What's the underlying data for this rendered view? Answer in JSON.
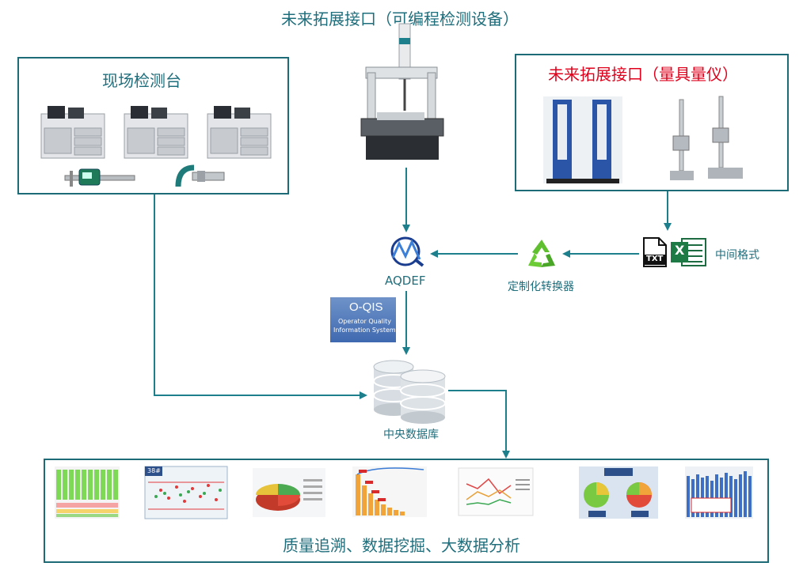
{
  "top": {
    "title": "未来拓展接口（可编程检测设备）"
  },
  "station": {
    "title": "现场检测台"
  },
  "gauges": {
    "title": "未来拓展接口（量具量仪）"
  },
  "middle": {
    "aqdef_label": "AQDEF",
    "converter_label": "定制化转换器",
    "format_label": "中间格式",
    "txt_icon_text": "TXT",
    "excel_icon_text": "X",
    "oqis_title": "O-QIS",
    "oqis_sub1": "Operator Quality",
    "oqis_sub2": "Information System"
  },
  "database": {
    "label": "中央数据库"
  },
  "analysis": {
    "title": "质量追溯、数据挖掘、大数据分析",
    "chart2_tag": "38#"
  },
  "colors": {
    "teal": "#1f6e7c",
    "arrow": "#1d7f8c",
    "red": "#e0001b"
  }
}
